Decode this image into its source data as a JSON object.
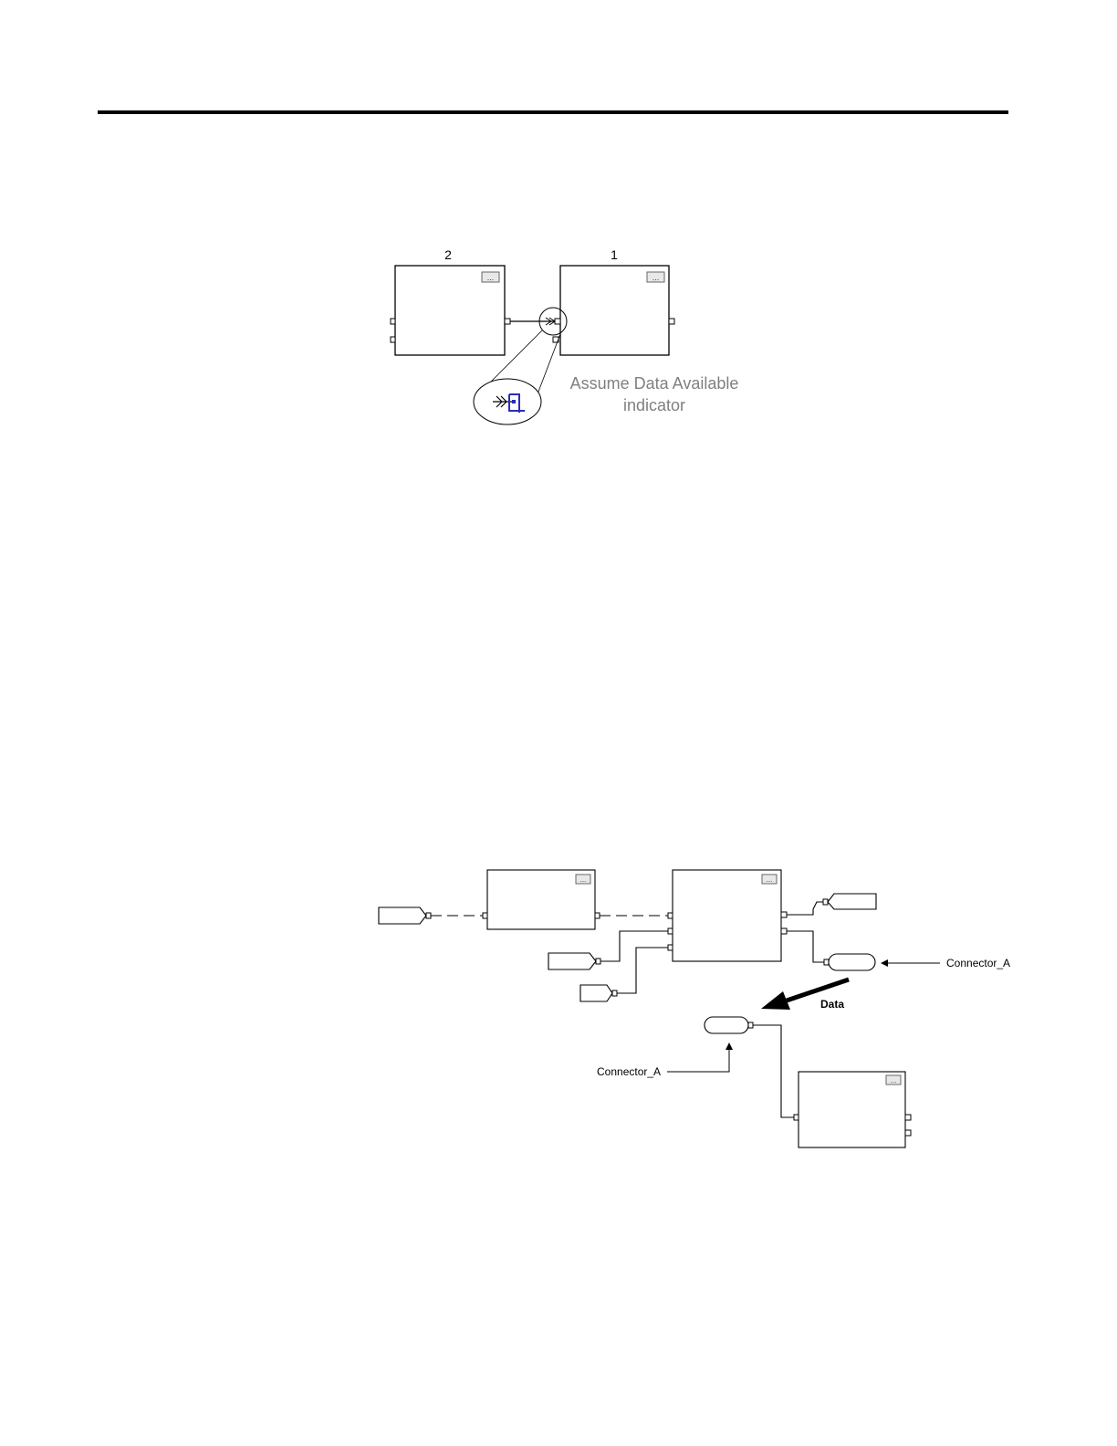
{
  "figure1": {
    "block_left_number": "2",
    "block_right_number": "1",
    "callout_line1": "Assume Data Available",
    "callout_line2": "indicator",
    "indicator_icon": "assume-data-available-icon",
    "options_icon": "ellipsis-icon",
    "indicator_color": "#2b2bbd",
    "callout_color": "#808080"
  },
  "figure2": {
    "connector_label_top": "Connector_A",
    "connector_label_bottom": "Connector_A",
    "data_label": "Data",
    "options_icon": "ellipsis-icon"
  }
}
